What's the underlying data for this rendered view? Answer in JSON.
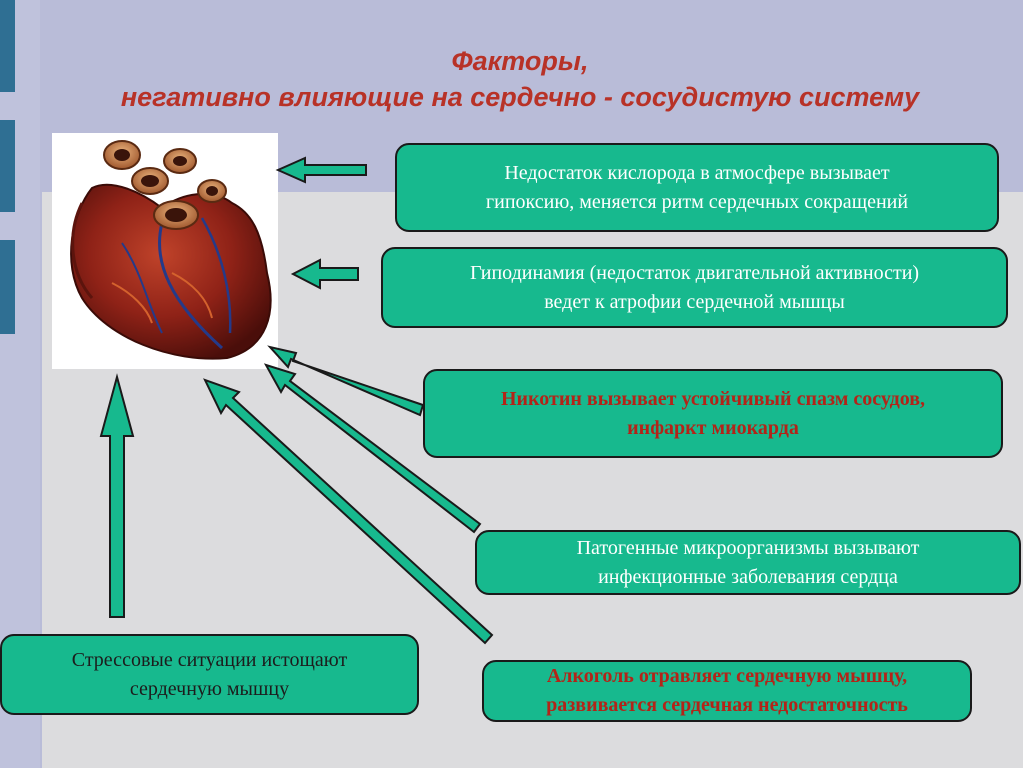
{
  "title": {
    "line1": "Факторы,",
    "line2": "негативно влияющие на сердечно - сосудистую систему"
  },
  "factors": {
    "oxygen": {
      "line1": "Недостаток кислорода в атмосфере вызывает",
      "line2": "гипоксию, меняется  ритм сердечных сокращений"
    },
    "hypodynamia": {
      "line1": "Гиподинамия (недостаток двигательной активности)",
      "line2": "ведет к атрофии сердечной мышцы"
    },
    "nicotine": {
      "line1": "Никотин вызывает устойчивый спазм сосудов,",
      "line2": "инфаркт миокарда"
    },
    "pathogens": {
      "line1": "Патогенные микроорганизмы вызывают",
      "line2": "инфекционные заболевания сердца"
    },
    "stress": {
      "line1": "Стрессовые ситуации истощают",
      "line2": "сердечную мышцу"
    },
    "alcohol": {
      "line1": "Алкоголь отравляет сердечную мышцу,",
      "line2": "развивается сердечная недостаточность"
    }
  },
  "colors": {
    "box_fill": "#17b98e",
    "title": "#b83227",
    "red_text": "#b32418",
    "background": "#b9bcd8",
    "panel": "#dcdcde",
    "side_bar": "#2f6f93"
  },
  "icons": {
    "heart": "anatomical-heart-icon",
    "arrow": "arrow-icon"
  }
}
